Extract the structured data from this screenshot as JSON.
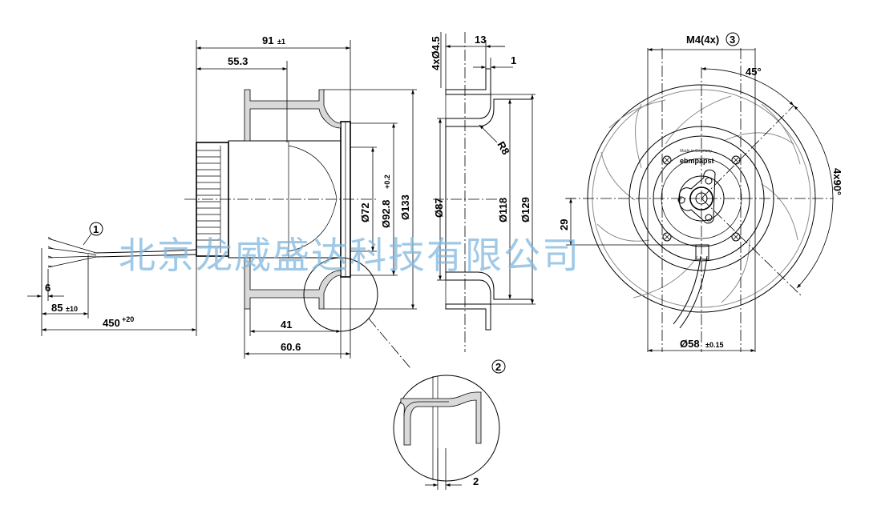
{
  "dimensions": {
    "overall_length": "91",
    "overall_length_tol": "±1",
    "length_55": "55.3",
    "cable_length": "450",
    "cable_length_tol": "+20",
    "strip_length": "85",
    "strip_length_tol": "±10",
    "wire_end": "6",
    "depth_41": "41",
    "depth_60": "60.6",
    "dia_72": "Ø72",
    "dia_92": "Ø92.8",
    "dia_92_tol": "+0.2",
    "dia_133": "Ø133",
    "hole_spec": "4xØ4.5",
    "flange_13": "13",
    "flange_1": "1",
    "radius": "R8",
    "dia_87": "Ø87",
    "dia_118": "Ø118",
    "dia_129": "Ø129",
    "thread_spec": "M4(4x)",
    "angle_45": "45°",
    "angle_4x90": "4x90°",
    "offset_29": "29",
    "dia_58": "Ø58",
    "dia_58_tol": "±0.15",
    "detail_2": "2"
  },
  "callouts": {
    "c1": "1",
    "c2": "2",
    "c3": "3"
  },
  "label_plate": {
    "brand": "ebmpapst",
    "made_in": "Made in Germany"
  },
  "watermark": "北京龙威盛达科技有限公司",
  "colors": {
    "line": "#000000",
    "watermark": "#7fb8e0",
    "background": "#ffffff"
  }
}
